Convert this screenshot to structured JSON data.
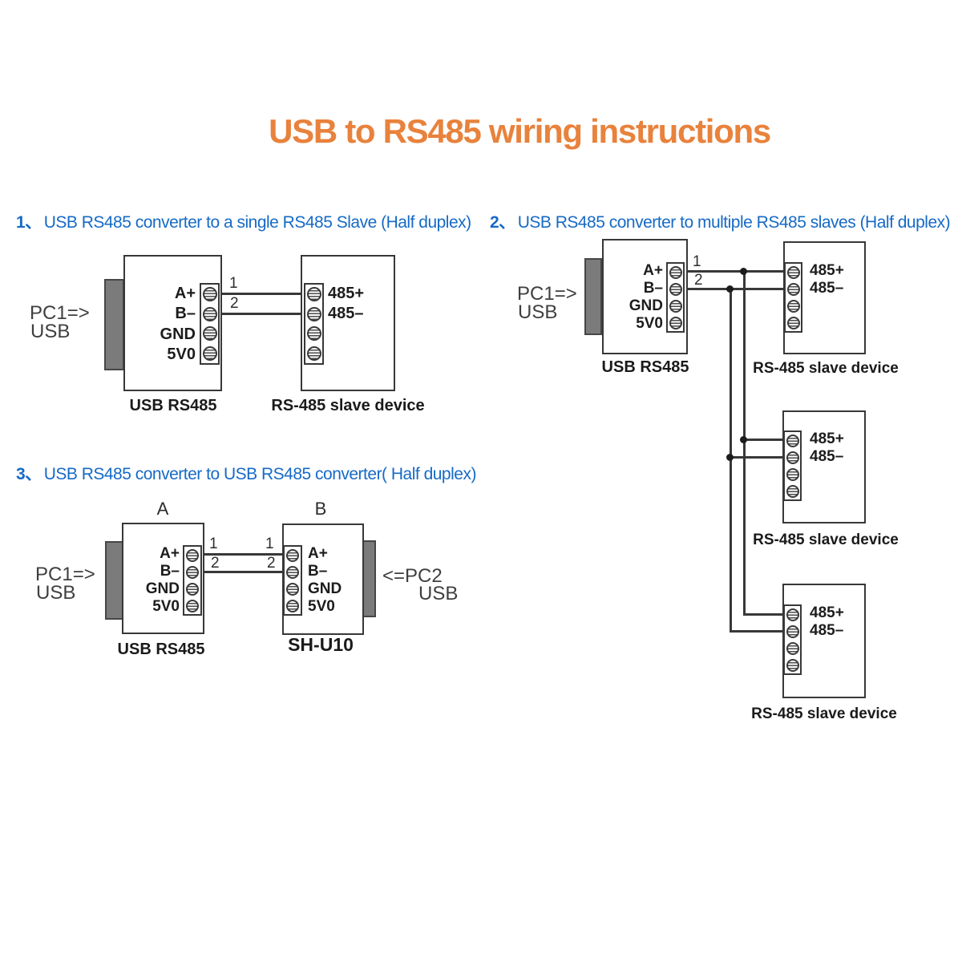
{
  "title": "USB to RS485 wiring instructions",
  "sections": [
    {
      "num": "1、",
      "text": "USB RS485 converter to a single RS485 Slave (Half duplex)"
    },
    {
      "num": "2、",
      "text": "USB RS485 converter to multiple RS485 slaves (Half duplex)"
    },
    {
      "num": "3、",
      "text": "USB RS485 converter to USB RS485 converter( Half duplex)"
    }
  ],
  "labels": {
    "pc1": "PC1=>",
    "usb": "USB",
    "pc2": "<=PC2",
    "usb_rs485": "USB RS485",
    "slave_device": "RS-485 slave device",
    "sh_u10": "SH-U10",
    "box_a": "A",
    "box_b": "B",
    "wire1": "1",
    "wire2": "2"
  },
  "pins": {
    "aplus": "A+",
    "bminus": "B–",
    "gnd": "GND",
    "v5": "5V0",
    "p485_plus": "485+",
    "p485_minus": "485–"
  },
  "colors": {
    "title": "#e8823c",
    "heading": "#166ac6",
    "line": "#383838",
    "connector": "#7b7b7b",
    "pin_text": "#1c1c1c",
    "muted_text": "#3f3f3f"
  }
}
